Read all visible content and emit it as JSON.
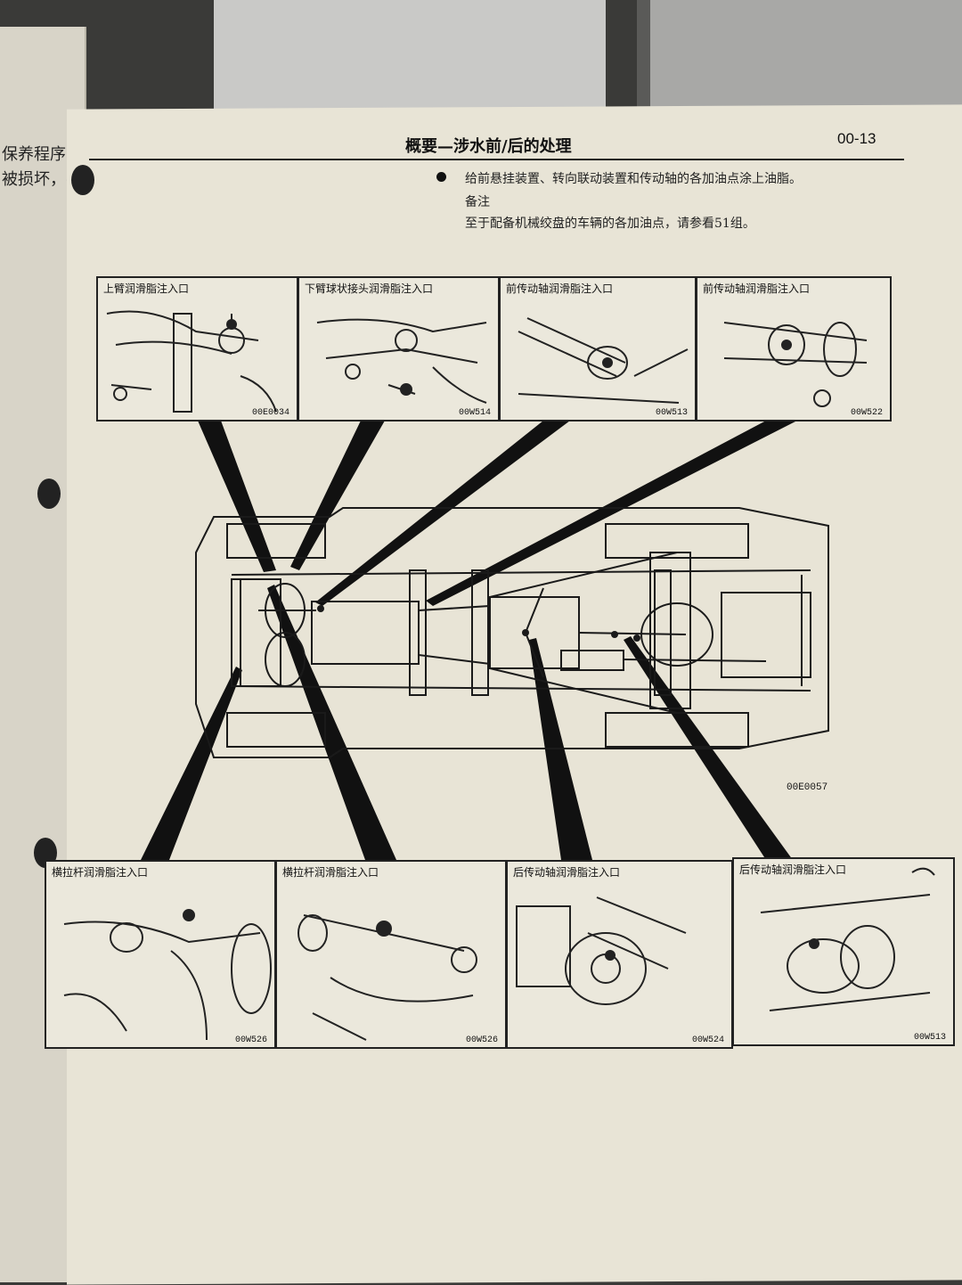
{
  "left_page": {
    "lines": [
      "保养程序，",
      "被损坏，要"
    ]
  },
  "header": {
    "title": "概要—涉水前/后的处理",
    "page_number": "00-13"
  },
  "body": {
    "bullet_text": "给前悬挂装置、转向联动装置和传动轴的各加油点涂上油脂。",
    "note_label": "备注",
    "note_text": "至于配备机械绞盘的车辆的各加油点，请参看51组。"
  },
  "top_panels": [
    {
      "label": "上臂润滑脂注入口",
      "code": "00E0034"
    },
    {
      "label": "下臂球状接头润滑脂注入口",
      "code": "00W514"
    },
    {
      "label": "前传动轴润滑脂注入口",
      "code": "00W513"
    },
    {
      "label": "前传动轴润滑脂注入口",
      "code": "00W522"
    }
  ],
  "bottom_panels": [
    {
      "label": "横拉杆润滑脂注入口",
      "code": "00W526"
    },
    {
      "label": "横拉杆润滑脂注入口",
      "code": "00W526"
    },
    {
      "label": "后传动轴润滑脂注入口",
      "code": "00W524"
    },
    {
      "label": "后传动轴润滑脂注入口",
      "code": "00W513"
    }
  ],
  "diagram": {
    "code": "00E0057",
    "subject": "chassis-underside-view"
  },
  "colors": {
    "paper": "#e8e4d6",
    "ink": "#111111"
  }
}
